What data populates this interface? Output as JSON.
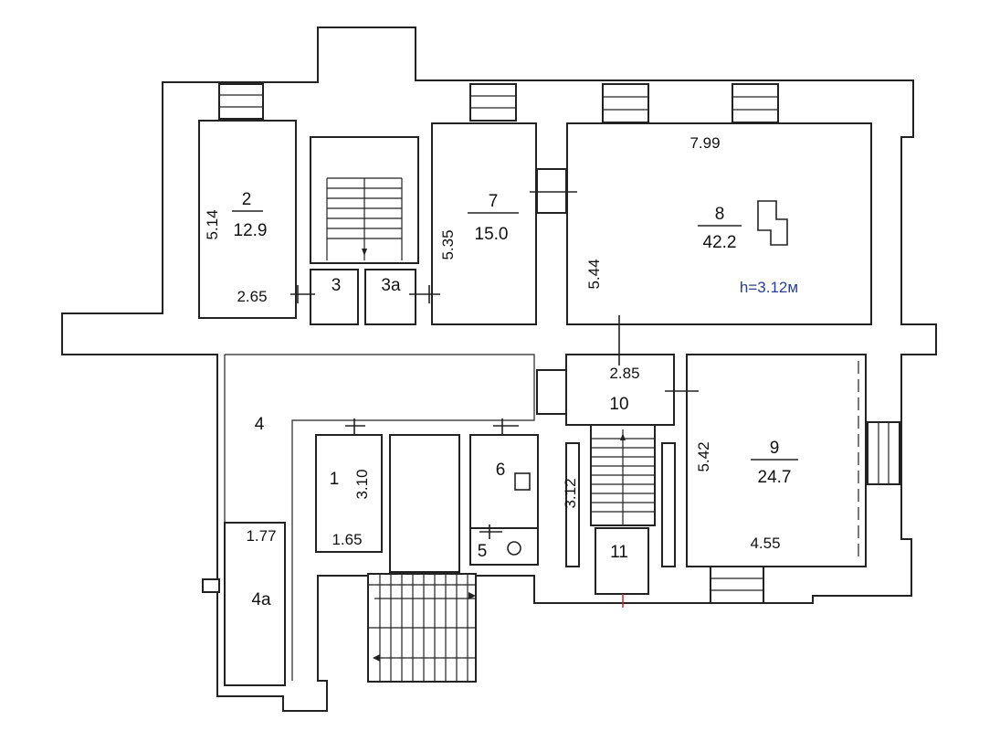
{
  "height_label": "h=3.12м",
  "rooms": {
    "r2": {
      "number": "2",
      "area": "12.9",
      "dim_side": "5.14",
      "dim_bottom": "2.65"
    },
    "r3": {
      "number": "3"
    },
    "r3a": {
      "number": "3a"
    },
    "r4": {
      "number": "4"
    },
    "r4a": {
      "number": "4a",
      "dim_top": "1.77"
    },
    "r1": {
      "number": "1",
      "dim_side": "3.10",
      "dim_bottom": "1.65"
    },
    "r5": {
      "number": "5"
    },
    "r6": {
      "number": "6"
    },
    "r7": {
      "number": "7",
      "area": "15.0",
      "dim_side": "5.35"
    },
    "r8": {
      "number": "8",
      "area": "42.2",
      "dim_top": "7.99",
      "dim_side": "5.44"
    },
    "r9": {
      "number": "9",
      "area": "24.7",
      "dim_side": "5.42",
      "dim_bottom": "4.55"
    },
    "r10": {
      "number": "10",
      "dim_top": "2.85"
    },
    "r11": {
      "number": "11",
      "dim_side": "3.12"
    }
  },
  "colors": {
    "wall": "#222222",
    "annotation": "#2a3f8f",
    "background": "#ffffff"
  }
}
